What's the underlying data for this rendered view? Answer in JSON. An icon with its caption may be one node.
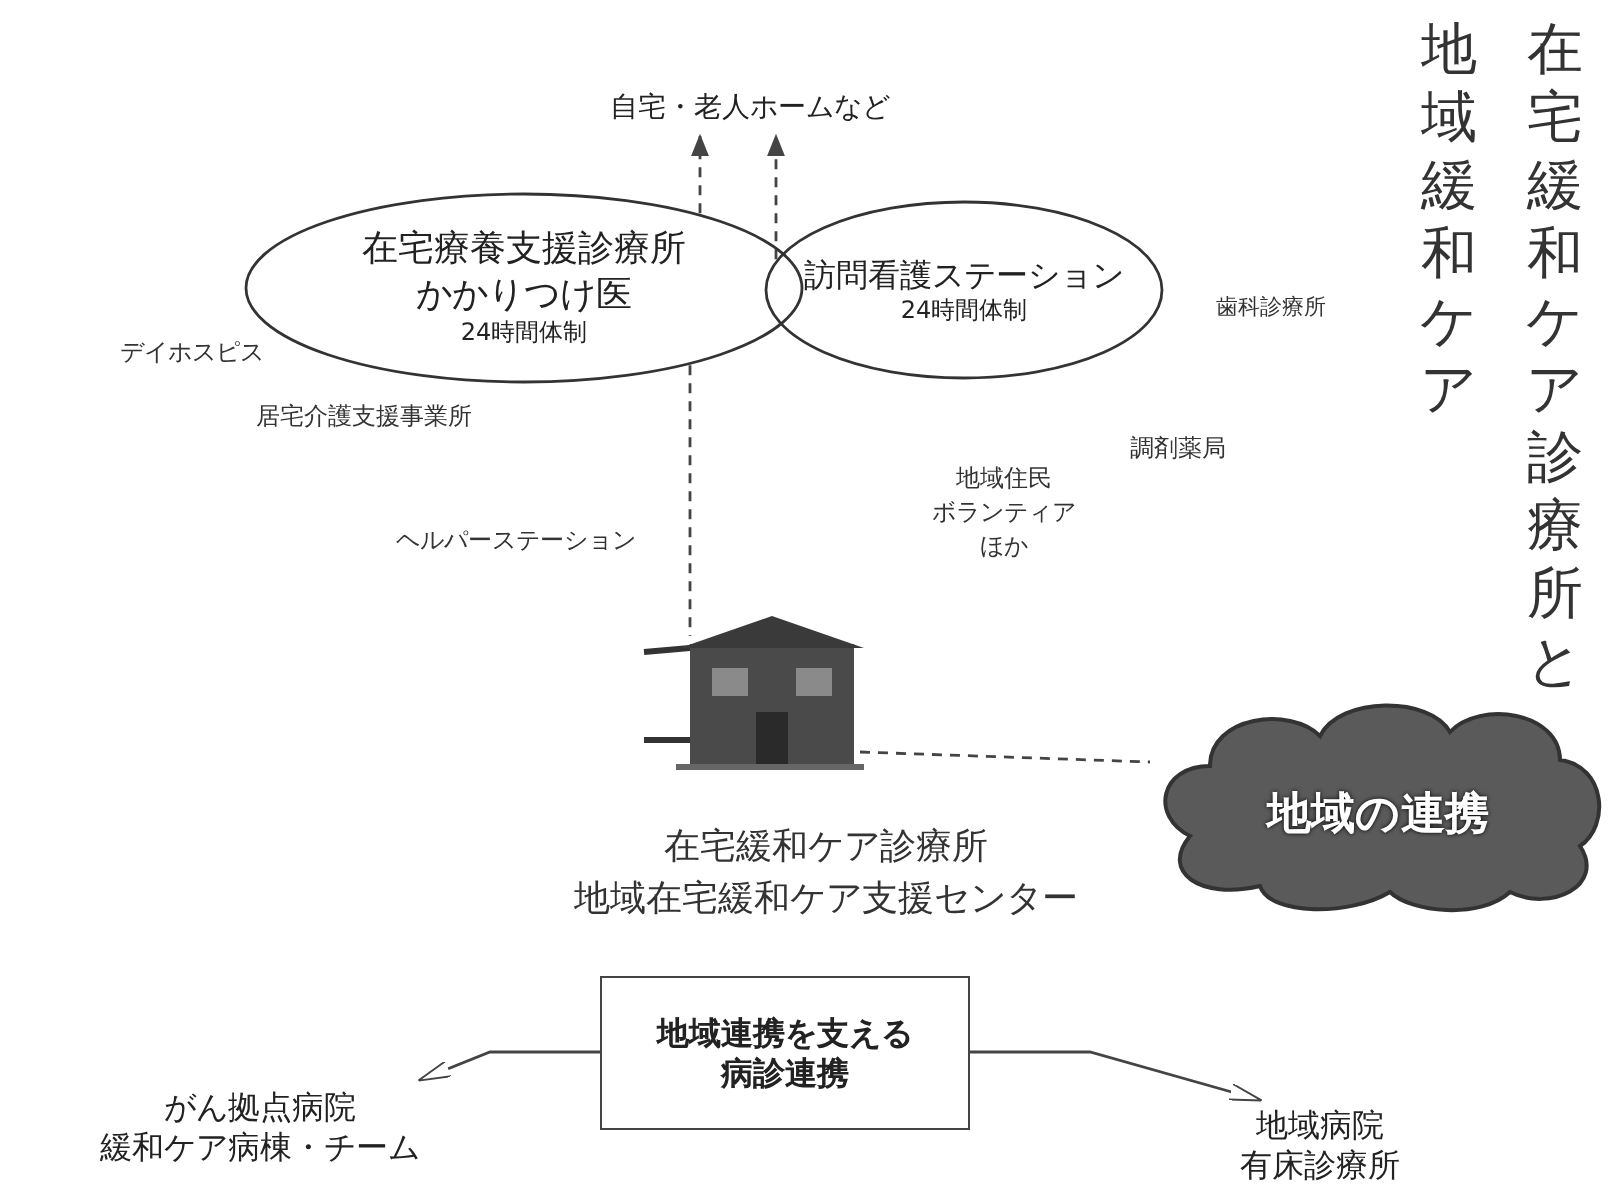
{
  "diagram": {
    "title": "在宅緩和ケア診療所と地域緩和ケア",
    "nodes": [
      {
        "text": [
          "自宅・老人ホームなど"
        ]
      },
      {
        "text": [
          "在宅療養支援診療所かかりつけ医",
          "24時間体制"
        ]
      },
      {
        "text": [
          "訪問看護ステーション",
          "24時間体制"
        ]
      },
      {
        "text": [],
        "shape": "picture"
      },
      {
        "text": [
          "地域の連携"
        ]
      },
      {
        "text": [
          "地域連携を支える病診連携"
        ]
      },
      {
        "text": [
          "がん拠点病院",
          "緩和ケア病棟・チーム"
        ]
      },
      {
        "text": [
          "地域病院",
          "有床診療所"
        ]
      }
    ],
    "edges": [
      {
        "from": 1,
        "to": 0,
        "arrow": "to",
        "style": "dashed"
      },
      {
        "from": 2,
        "to": 0,
        "arrow": "to",
        "style": "dashed"
      },
      {
        "from": 1,
        "to": 3,
        "arrow": "none",
        "style": "dashed"
      },
      {
        "from": 3,
        "to": 4,
        "arrow": "none",
        "style": "dashed"
      },
      {
        "from": 5,
        "to": 6,
        "arrow": "to"
      },
      {
        "from": 5,
        "to": 7,
        "arrow": "to"
      }
    ],
    "labels": [
      "デイホスピス",
      "居宅介護支援事業所",
      "ヘルパーステーション",
      "地域住民",
      "ボランティア",
      "ほか",
      "歯科診療所",
      "調剤薬局",
      "在宅緩和ケア診療所",
      "地域在宅緩和ケア支援センター"
    ]
  }
}
